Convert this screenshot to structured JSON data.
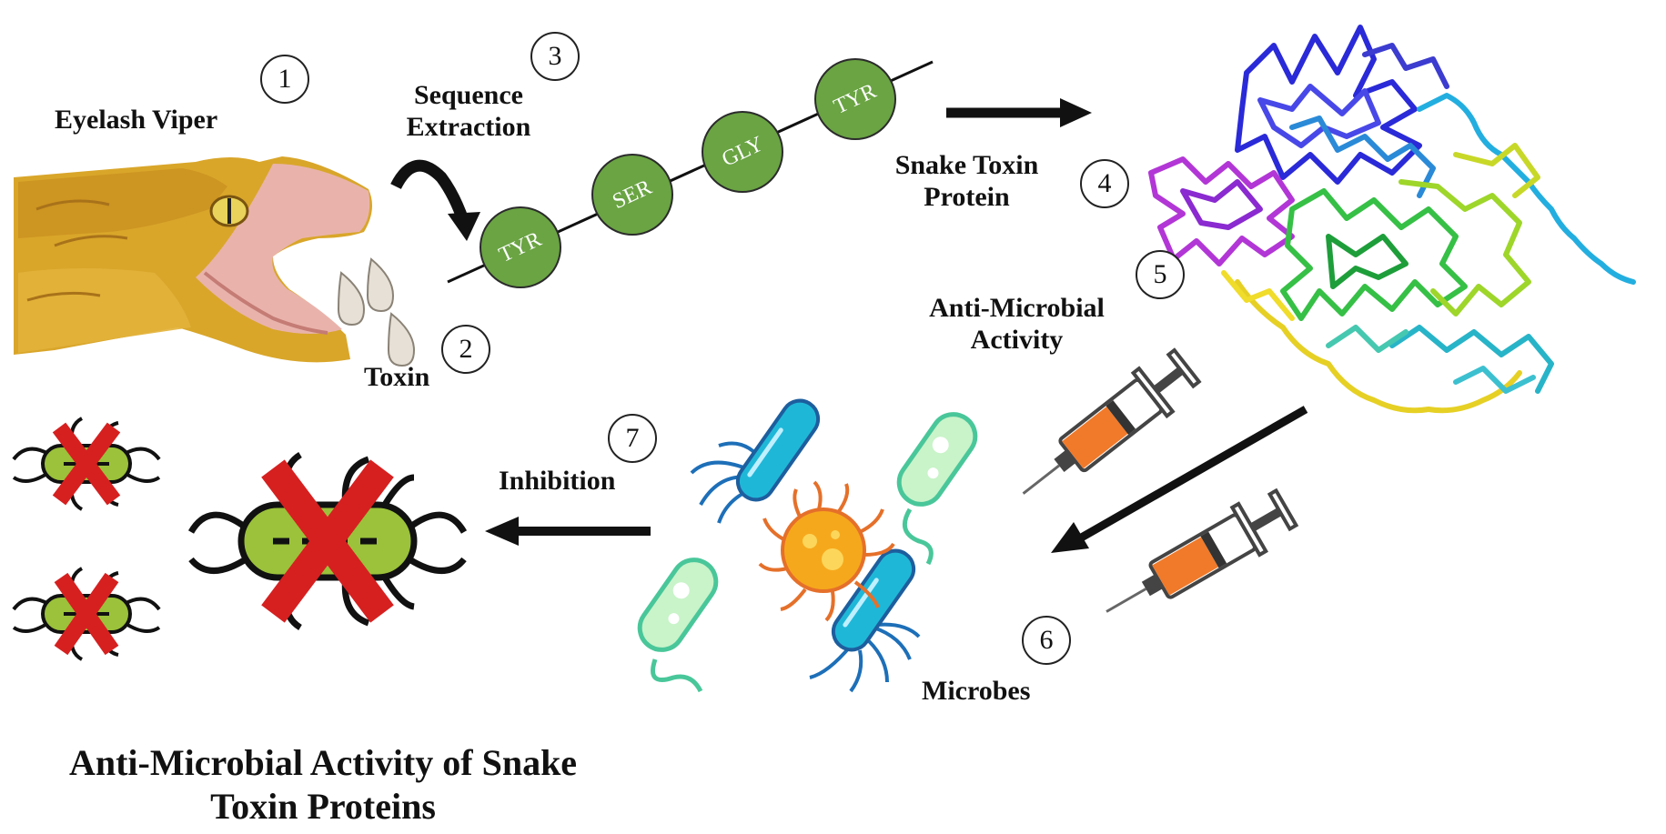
{
  "labels": {
    "viper": "Eyelash Viper",
    "sequence_line1": "Sequence",
    "sequence_line2": "Extraction",
    "toxin": "Toxin",
    "protein_line1": "Snake Toxin",
    "protein_line2": "Protein",
    "activity_line1": "Anti-Microbial",
    "activity_line2": "Activity",
    "microbes": "Microbes",
    "inhibition": "Inhibition"
  },
  "steps": [
    "1",
    "2",
    "3",
    "4",
    "5",
    "6",
    "7"
  ],
  "residues": [
    "TYR",
    "SER",
    "GLY",
    "TYR"
  ],
  "title_line1": "Anti-Microbial Activity of Snake",
  "title_line2": "Toxin Proteins",
  "colors": {
    "residue_fill": "#6aa443",
    "snake": "#d9a62a",
    "arrow": "#111111",
    "cross": "#d62020",
    "bacteria_dead": "#9bc23a",
    "microbe_blue": "#1fb7d8",
    "microbe_green": "#bff0c4",
    "microbe_orange": "#f4a020",
    "syringe_orange": "#f07a2a"
  }
}
